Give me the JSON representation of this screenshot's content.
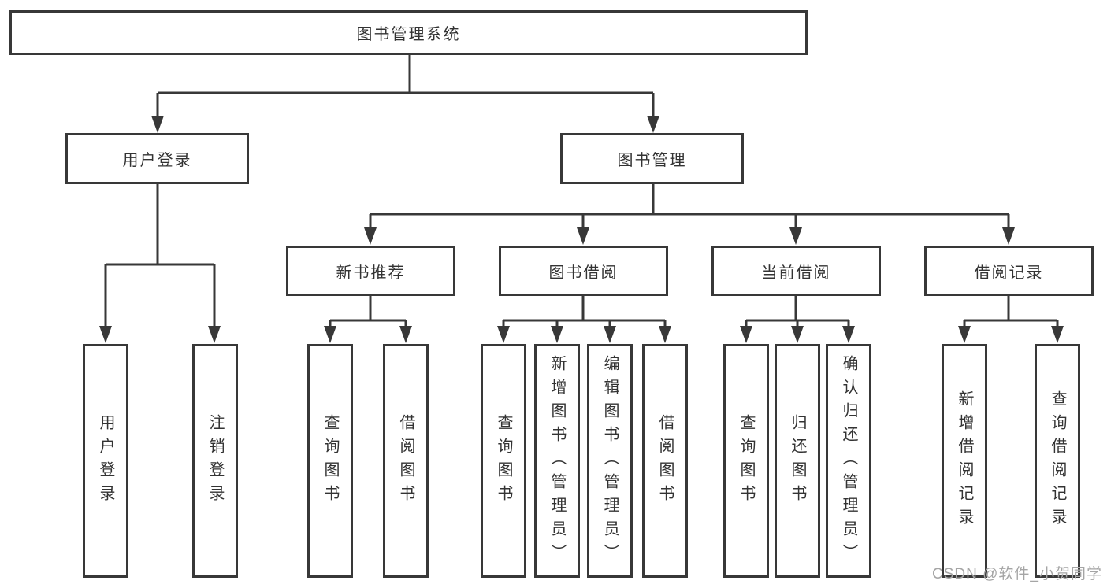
{
  "colors": {
    "line": "#383838",
    "box_border": "#383838",
    "text": "#333333",
    "watermark": "#a5a5a5",
    "background": "#ffffff"
  },
  "diagram": {
    "root": "图书管理系统",
    "level2": {
      "user": "用户登录",
      "book": "图书管理"
    },
    "level3": {
      "recommend": "新书推荐",
      "borrow": "图书借阅",
      "current": "当前借阅",
      "records": "借阅记录"
    },
    "leaves": {
      "user_login": "用户登录",
      "user_logout": "注销登录",
      "rec_query": "查询图书",
      "rec_borrow": "借阅图书",
      "bor_query": "查询图书",
      "bor_add": "新增图书（管理员）",
      "bor_edit": "编辑图书（管理员）",
      "bor_borrow": "借阅图书",
      "cur_query": "查询图书",
      "cur_return": "归还图书",
      "cur_confirm": "确认归还（管理员）",
      "recs_add": "新增借阅记录",
      "recs_query": "查询借阅记录"
    }
  },
  "watermark": {
    "text": "CSDN @软件_小贺同学"
  }
}
